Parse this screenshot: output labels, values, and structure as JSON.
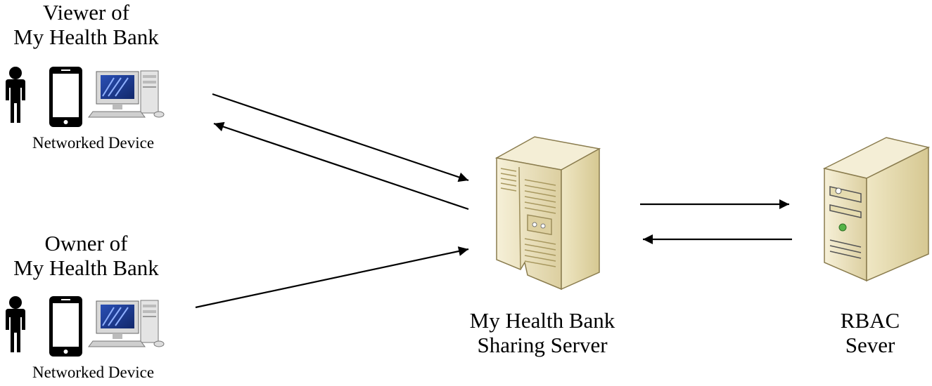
{
  "viewer": {
    "title_line1": "Viewer of",
    "title_line2": "My Health Bank",
    "device_label": "Networked Device"
  },
  "owner": {
    "title_line1": "Owner of",
    "title_line2": "My Health Bank",
    "device_label": "Networked Device"
  },
  "sharing_server": {
    "label_line1": "My Health Bank",
    "label_line2": "Sharing Server"
  },
  "rbac_server": {
    "label_line1": "RBAC",
    "label_line2": "Sever"
  },
  "icons": [
    "person-icon",
    "smartphone-icon",
    "desktop-computer-icon",
    "rack-server-icon",
    "tower-server-icon"
  ],
  "colors": {
    "server_body": "#e2d7ae",
    "server_light": "#f3edd2",
    "server_dark": "#bfae7a",
    "screen_blue": "#1f3f9a",
    "power_led": "#55b347",
    "line": "#000000"
  }
}
